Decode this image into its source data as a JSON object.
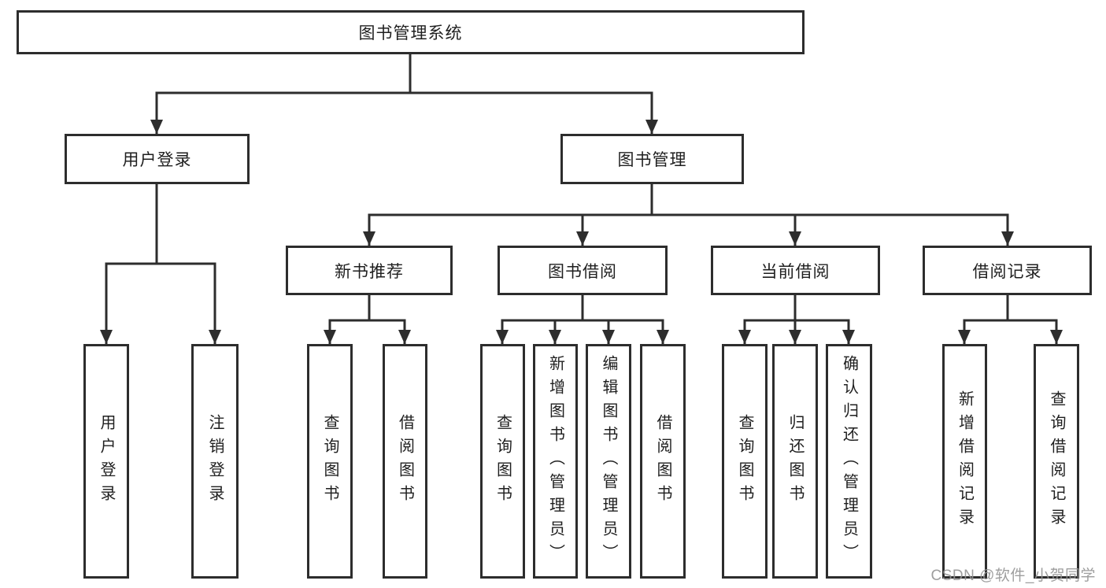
{
  "tree": {
    "label": "图书管理系统",
    "children": [
      {
        "label": "用户登录",
        "children": [
          {
            "label": "用户登录"
          },
          {
            "label": "注销登录"
          }
        ]
      },
      {
        "label": "图书管理",
        "children": [
          {
            "label": "新书推荐",
            "children": [
              {
                "label": "查询图书"
              },
              {
                "label": "借阅图书"
              }
            ]
          },
          {
            "label": "图书借阅",
            "children": [
              {
                "label": "查询图书"
              },
              {
                "label": "新增图书（管理员）"
              },
              {
                "label": "编辑图书（管理员）"
              },
              {
                "label": "借阅图书"
              }
            ]
          },
          {
            "label": "当前借阅",
            "children": [
              {
                "label": "查询图书"
              },
              {
                "label": "归还图书"
              },
              {
                "label": "确认归还（管理员）"
              }
            ]
          },
          {
            "label": "借阅记录",
            "children": [
              {
                "label": "新增借阅记录"
              },
              {
                "label": "查询借阅记录"
              }
            ]
          }
        ]
      }
    ]
  },
  "watermark": {
    "text": "CSDN @软件_小贺同学"
  },
  "colors": {
    "line": "#2d2d2d",
    "text": "#1f1f1f",
    "watermark": "#949494",
    "background": "#ffffff"
  }
}
